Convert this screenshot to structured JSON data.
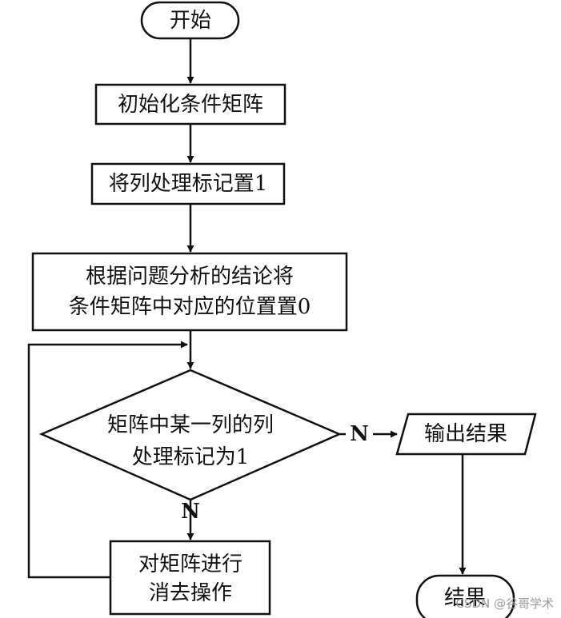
{
  "nodes": {
    "start": "开始",
    "init_matrix": "初始化条件矩阵",
    "set_column_flags": "将列处理标记置1",
    "set_zero_line1": "根据问题分析的结论将",
    "set_zero_line2": "条件矩阵中对应的位置置0",
    "decision_line1": "矩阵中某一列的列",
    "decision_line2": "处理标记为1",
    "eliminate_line1": "对矩阵进行",
    "eliminate_line2": "消去操作",
    "output": "输出结果",
    "end": "结果"
  },
  "edge_labels": {
    "no_right": "N",
    "no_down": "N"
  },
  "watermark": "CSDN @谷哥学术",
  "colors": {
    "stroke": "#111111",
    "fill": "#ffffff",
    "watermark": "#9a9a9a"
  }
}
